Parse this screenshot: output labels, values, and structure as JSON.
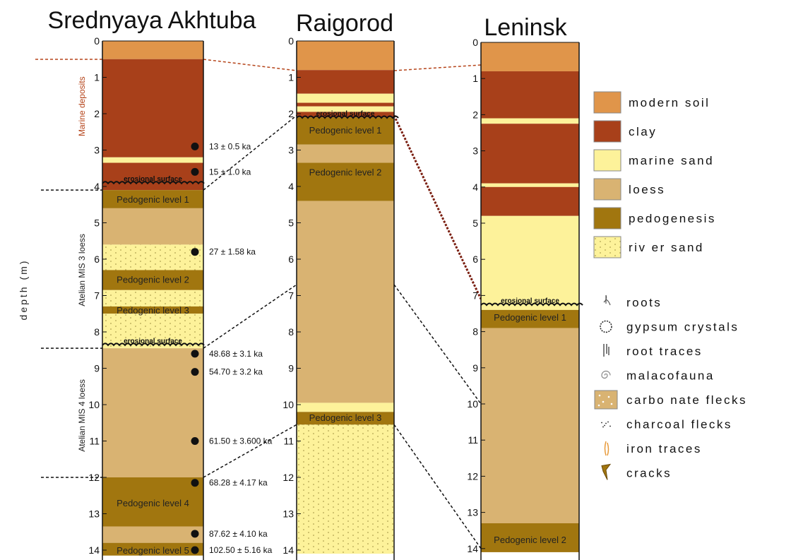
{
  "columns": [
    {
      "title": "Srednyaya Akhtuba",
      "depth_ticks": [
        "0",
        "1",
        "2",
        "3",
        "4",
        "5",
        "6",
        "7",
        "8",
        "9",
        "10",
        "11",
        "12",
        "13",
        "14"
      ],
      "layers": [
        {
          "type": "modern soil",
          "top": 0,
          "bottom": 0.5
        },
        {
          "type": "clay",
          "top": 0.5,
          "bottom": 3.2
        },
        {
          "type": "marine sand",
          "top": 3.2,
          "bottom": 3.35
        },
        {
          "type": "clay",
          "top": 3.35,
          "bottom": 4.1
        },
        {
          "type": "pedogenesis",
          "top": 4.1,
          "bottom": 4.6
        },
        {
          "type": "loess",
          "top": 4.6,
          "bottom": 5.6
        },
        {
          "type": "river sand",
          "top": 5.6,
          "bottom": 6.3
        },
        {
          "type": "pedogenesis",
          "top": 6.3,
          "bottom": 6.85
        },
        {
          "type": "river sand",
          "top": 6.85,
          "bottom": 7.3
        },
        {
          "type": "pedogenesis",
          "top": 7.3,
          "bottom": 7.5
        },
        {
          "type": "river sand",
          "top": 7.5,
          "bottom": 8.45
        },
        {
          "type": "loess",
          "top": 8.45,
          "bottom": 12.0
        },
        {
          "type": "pedogenesis",
          "top": 12.0,
          "bottom": 13.35
        },
        {
          "type": "loess",
          "top": 13.35,
          "bottom": 13.8
        },
        {
          "type": "pedogenesis",
          "top": 13.8,
          "bottom": 14.15
        }
      ],
      "layer_labels": [
        {
          "text": "Pedogenic level 1",
          "depth": 4.35
        },
        {
          "text": "Pedogenic level 2",
          "depth": 6.55
        },
        {
          "text": "Pedogenic level 3",
          "depth": 7.4
        },
        {
          "text": "Pedogenic level 4",
          "depth": 12.7
        },
        {
          "text": "Pedogenic level 5",
          "depth": 14.0
        }
      ],
      "erosional_labels": [
        {
          "text": "erosional surface",
          "depth": 3.8
        },
        {
          "text": "erosional surface",
          "depth": 8.25
        }
      ],
      "dates": [
        {
          "text": "13 ± 0.5 ka",
          "depth": 2.9
        },
        {
          "text": "15 ± 1.0 ka",
          "depth": 3.6
        },
        {
          "text": "27 ± 1.58 ka",
          "depth": 5.8
        },
        {
          "text": "48.68 ± 3.1 ka",
          "depth": 8.6
        },
        {
          "text": "54.70 ± 3.2 ka",
          "depth": 9.1
        },
        {
          "text": "61.50 ± 3.600 ka",
          "depth": 11.0
        },
        {
          "text": "68.28 ± 4.17 ka",
          "depth": 12.15
        },
        {
          "text": "87.62 ± 4.10 ka",
          "depth": 13.55
        },
        {
          "text": "102.50 ± 5.16 ka",
          "depth": 14.0
        }
      ],
      "side_labels": [
        {
          "text": "Marine deposits",
          "depth": 1.8,
          "color": "#b5441a"
        },
        {
          "text": "Atelian MIS 3 loess",
          "depth": 6.3,
          "color": "#222222"
        },
        {
          "text": "Atelian MIS 4 loess",
          "depth": 10.3,
          "color": "#222222"
        }
      ]
    },
    {
      "title": "Raigorod",
      "depth_ticks": [
        "0",
        "1",
        "2",
        "3",
        "4",
        "5",
        "6",
        "7",
        "8",
        "9",
        "10",
        "11",
        "12",
        "13",
        "14"
      ],
      "layers": [
        {
          "type": "modern soil",
          "top": 0,
          "bottom": 0.8
        },
        {
          "type": "clay",
          "top": 0.8,
          "bottom": 1.45
        },
        {
          "type": "marine sand",
          "top": 1.45,
          "bottom": 1.7
        },
        {
          "type": "clay",
          "top": 1.7,
          "bottom": 1.8
        },
        {
          "type": "marine sand",
          "top": 1.8,
          "bottom": 1.95
        },
        {
          "type": "clay",
          "top": 1.95,
          "bottom": 2.1
        },
        {
          "type": "pedogenesis",
          "top": 2.1,
          "bottom": 2.85
        },
        {
          "type": "loess",
          "top": 2.85,
          "bottom": 3.35
        },
        {
          "type": "pedogenesis",
          "top": 3.35,
          "bottom": 4.4
        },
        {
          "type": "loess",
          "top": 4.4,
          "bottom": 9.95
        },
        {
          "type": "marine sand",
          "top": 9.95,
          "bottom": 10.2
        },
        {
          "type": "pedogenesis",
          "top": 10.2,
          "bottom": 10.55
        },
        {
          "type": "river sand",
          "top": 10.55,
          "bottom": 14.1
        }
      ],
      "layer_labels": [
        {
          "text": "Pedogenic level 1",
          "depth": 2.45
        },
        {
          "text": "Pedogenic level 2",
          "depth": 3.6
        },
        {
          "text": "Pedogenic level 3",
          "depth": 10.35
        }
      ],
      "erosional_labels": [
        {
          "text": "erosional surface",
          "depth": 2.0
        }
      ]
    },
    {
      "title": "Leninsk",
      "depth_ticks": [
        "0",
        "1",
        "2",
        "3",
        "4",
        "5",
        "6",
        "7",
        "8",
        "9",
        "10",
        "11",
        "12",
        "13",
        "14"
      ],
      "layers": [
        {
          "type": "modern soil",
          "top": 0,
          "bottom": 0.8
        },
        {
          "type": "clay",
          "top": 0.8,
          "bottom": 2.1
        },
        {
          "type": "marine sand",
          "top": 2.1,
          "bottom": 2.25
        },
        {
          "type": "clay",
          "top": 2.25,
          "bottom": 3.9
        },
        {
          "type": "marine sand",
          "top": 3.9,
          "bottom": 4.0
        },
        {
          "type": "clay",
          "top": 4.0,
          "bottom": 4.8
        },
        {
          "type": "marine sand",
          "top": 4.8,
          "bottom": 7.4
        },
        {
          "type": "pedogenesis",
          "top": 7.4,
          "bottom": 7.9
        },
        {
          "type": "loess",
          "top": 7.9,
          "bottom": 13.3
        },
        {
          "type": "pedogenesis",
          "top": 13.3,
          "bottom": 14.1
        }
      ],
      "layer_labels": [
        {
          "text": "Pedogenic level 1",
          "depth": 7.6
        },
        {
          "text": "Pedogenic level 2",
          "depth": 13.75
        }
      ],
      "erosional_labels": [
        {
          "text": "erosional surface",
          "depth": 7.15
        }
      ]
    }
  ],
  "axis_title": "depth (m)",
  "legend_layers": [
    {
      "label": "modern soil",
      "color": "#e0954a"
    },
    {
      "label": "clay",
      "color": "#a8401a"
    },
    {
      "label": "marine sand",
      "color": "#fdf29a"
    },
    {
      "label": "loess",
      "color": "#d9b372"
    },
    {
      "label": "pedogenesis",
      "color": "#a1760f"
    },
    {
      "label": "riv er sand",
      "color": "#fdf29a"
    }
  ],
  "legend_symbols": [
    {
      "label": "roots",
      "icon": "roots-icon"
    },
    {
      "label": "gypsum crystals",
      "icon": "gypsum-crystals-icon"
    },
    {
      "label": "root traces",
      "icon": "root-traces-icon"
    },
    {
      "label": "malacofauna",
      "icon": "malacofauna-icon"
    },
    {
      "label": "carbo nate flecks",
      "icon": "carbonate-flecks-icon"
    },
    {
      "label": "charcoal flecks",
      "icon": "charcoal-flecks-icon"
    },
    {
      "label": "iron traces",
      "icon": "iron-traces-icon"
    },
    {
      "label": "cracks",
      "icon": "cracks-icon"
    }
  ],
  "colors": {
    "modern soil": "#e0954a",
    "clay": "#a8401a",
    "marine sand": "#fdf29a",
    "loess": "#d9b372",
    "pedogenesis": "#a1760f",
    "river sand": "#fdf29a",
    "correlation_orange": "#b5441a",
    "correlation_black": "#111111"
  }
}
